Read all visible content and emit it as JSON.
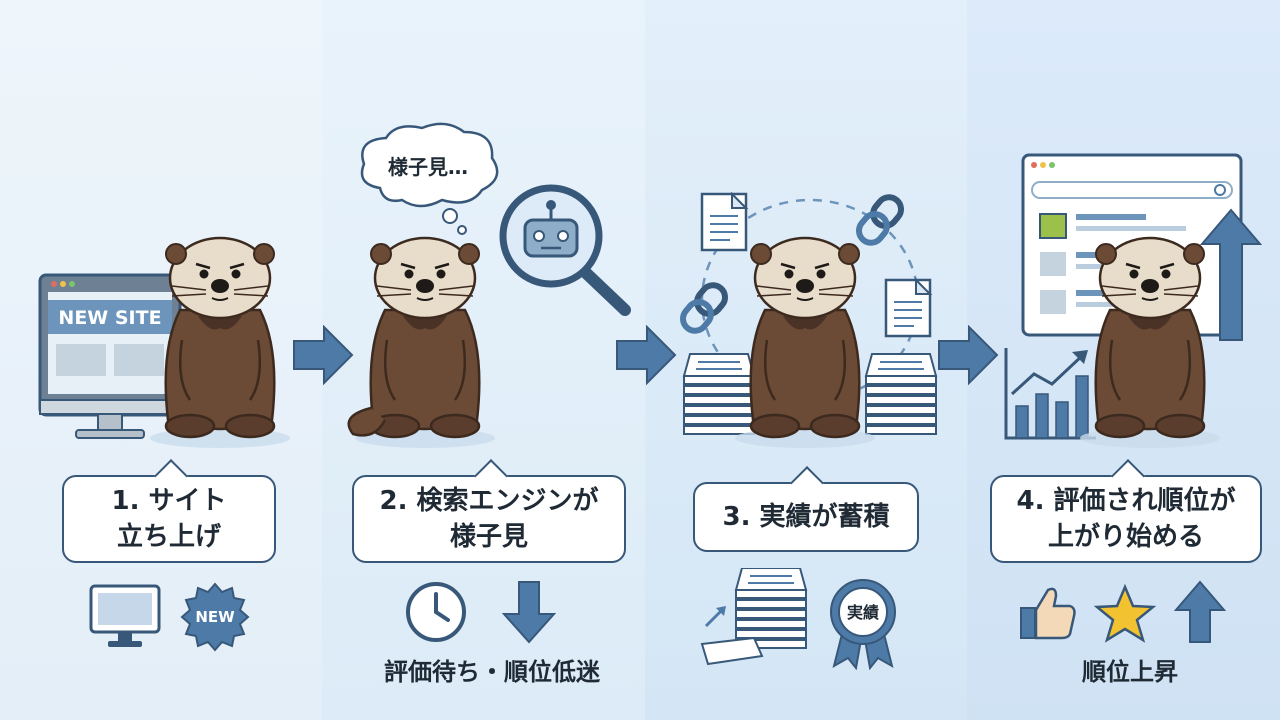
{
  "steps": [
    {
      "caption_lines": [
        "1. サイト",
        "立ち上げ"
      ],
      "sublabel": "",
      "monitor_label": "NEW SITE",
      "badge_label": "NEW"
    },
    {
      "caption_lines": [
        "2. 検索エンジンが",
        "様子見"
      ],
      "sublabel": "評価待ち・順位低迷",
      "thought": "様子見…"
    },
    {
      "caption_lines": [
        "3. 実績が蓄積"
      ],
      "sublabel": "",
      "award_label": "実績"
    },
    {
      "caption_lines": [
        "4. 評価され順位が",
        "上がり始める"
      ],
      "sublabel": "順位上昇"
    }
  ],
  "icons": {
    "step1": [
      "monitor-icon",
      "new-badge-icon"
    ],
    "step2": [
      "robot-magnifier-icon",
      "clock-icon",
      "down-arrow-icon"
    ],
    "step3": [
      "document-icon",
      "link-icon",
      "paper-stack-icon",
      "award-ribbon-icon"
    ],
    "step4": [
      "browser-window-icon",
      "bar-chart-icon",
      "up-arrow-icon",
      "thumbs-up-icon",
      "star-icon"
    ]
  },
  "colors": {
    "accent": "#4d7aa6",
    "dark": "#38587a",
    "otter_body": "#6b4a36",
    "otter_face": "#e8dccb",
    "star": "#f2c230",
    "green": "#9bc14a"
  }
}
